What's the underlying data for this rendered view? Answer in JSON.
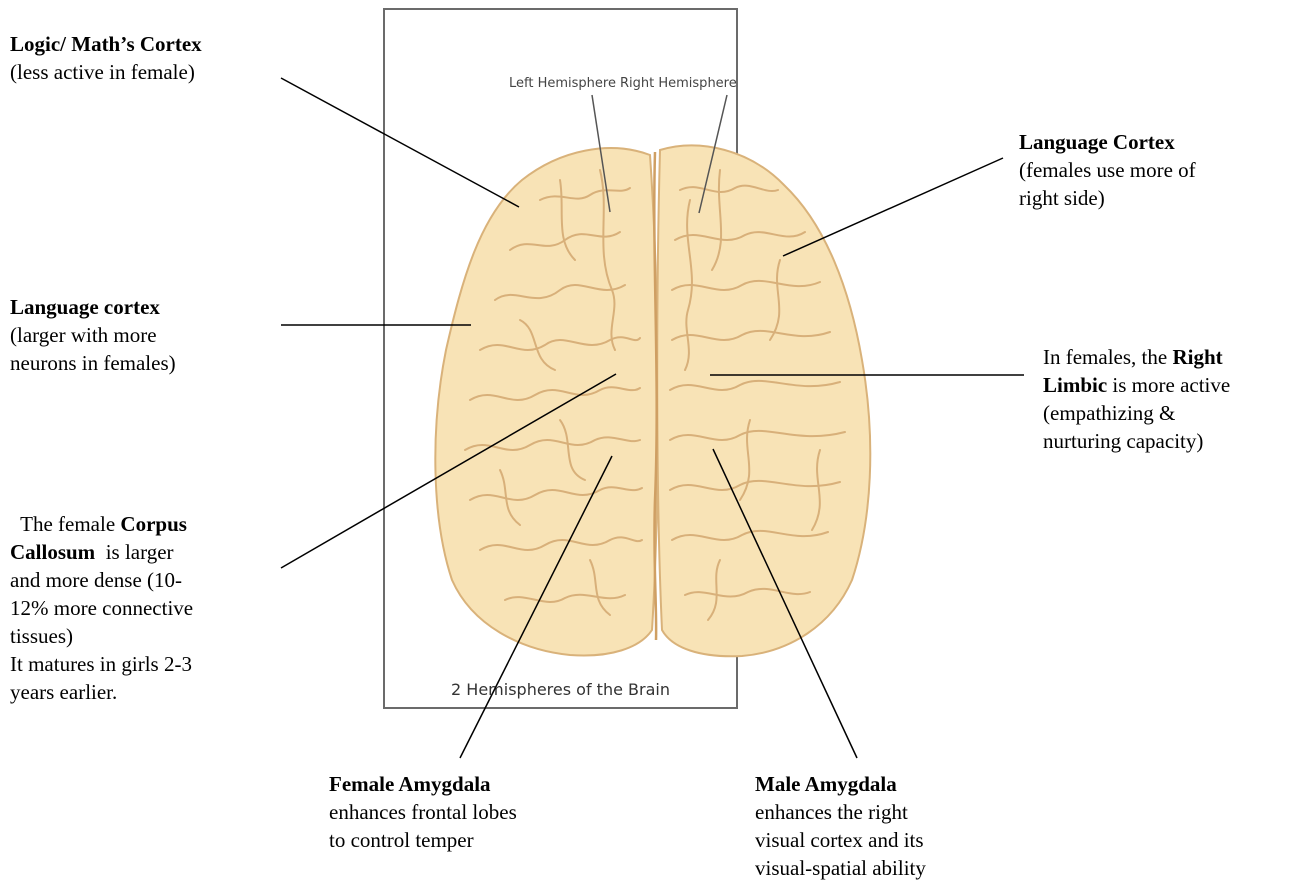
{
  "figure": {
    "hemisphere_labels": {
      "left": "Left Hemisphere",
      "right": "Right Hemisphere"
    },
    "caption": "2 Hemispheres of the Brain"
  },
  "annotations": {
    "logic_math": {
      "title": "Logic/ Math’s Cortex",
      "text": "(less active in female)"
    },
    "language_right": {
      "title": "Language Cortex",
      "line1": "(females use more of",
      "line2": "right side)"
    },
    "language_left": {
      "title": "Language cortex",
      "line1": "(larger with more",
      "line2": "neurons in females)"
    },
    "right_limbic": {
      "pre": "In females, the ",
      "bold1": "Right",
      "bold2": "Limbic",
      "post": " is more active",
      "line3": "(empathizing &",
      "line4": "nurturing capacity)"
    },
    "corpus_callosum": {
      "pre": "The female ",
      "bold1": "Corpus",
      "bold2": "Callosum",
      "post": "  is larger",
      "line3": "and more dense (10-",
      "line4": "12% more connective",
      "line5": "tissues)",
      "line6": "It matures in girls 2-3",
      "line7": "years earlier."
    },
    "female_amygdala": {
      "title": "Female Amygdala",
      "line1": "enhances frontal lobes",
      "line2": "to control temper"
    },
    "male_amygdala": {
      "title": "Male Amygdala",
      "line1": "enhances the right",
      "line2": "visual cortex and its",
      "line3": "visual-spatial ability"
    }
  },
  "colors": {
    "brain_fill": "#f8e3b6",
    "brain_outline": "#d9b27a",
    "gyri": "#d8b07a",
    "frame": "#6b6b6b",
    "lines": "#000000"
  }
}
